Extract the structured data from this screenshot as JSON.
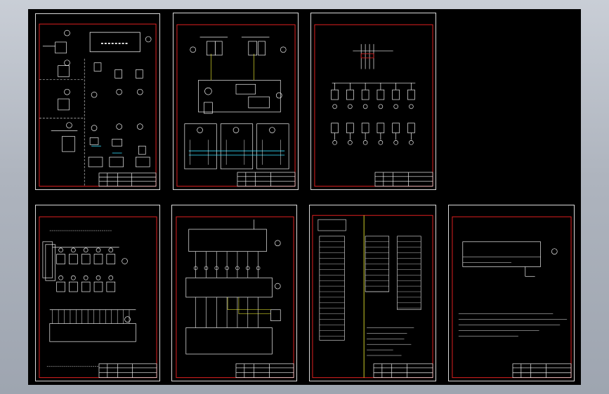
{
  "window": {
    "title": ""
  },
  "sheets": [
    {
      "id": 1,
      "title_block": {
        "drawing_title": "",
        "sub": ""
      }
    },
    {
      "id": 2,
      "title_block": {
        "drawing_title": "",
        "sub": ""
      }
    },
    {
      "id": 3,
      "title_block": {
        "drawing_title": "",
        "sub": ""
      }
    },
    {
      "id": 4,
      "title_block": {
        "drawing_title": "",
        "sub": ""
      }
    },
    {
      "id": 5,
      "title_block": {
        "drawing_title": "",
        "sub": ""
      }
    },
    {
      "id": 6,
      "title_block": {
        "drawing_title": "",
        "sub": ""
      }
    },
    {
      "id": 7,
      "title_block": {
        "drawing_title": "",
        "sub": ""
      }
    }
  ],
  "colors": {
    "background_gradient_top": "#c9ced6",
    "background_gradient_bottom": "#9ea5b0",
    "drawing_area": "#000000",
    "sheet_border": "#d9d9d9",
    "frame_red": "#e02020",
    "line_white": "#f0f0f0",
    "accent_yellow": "#ffff33",
    "accent_cyan": "#33e0ff"
  }
}
